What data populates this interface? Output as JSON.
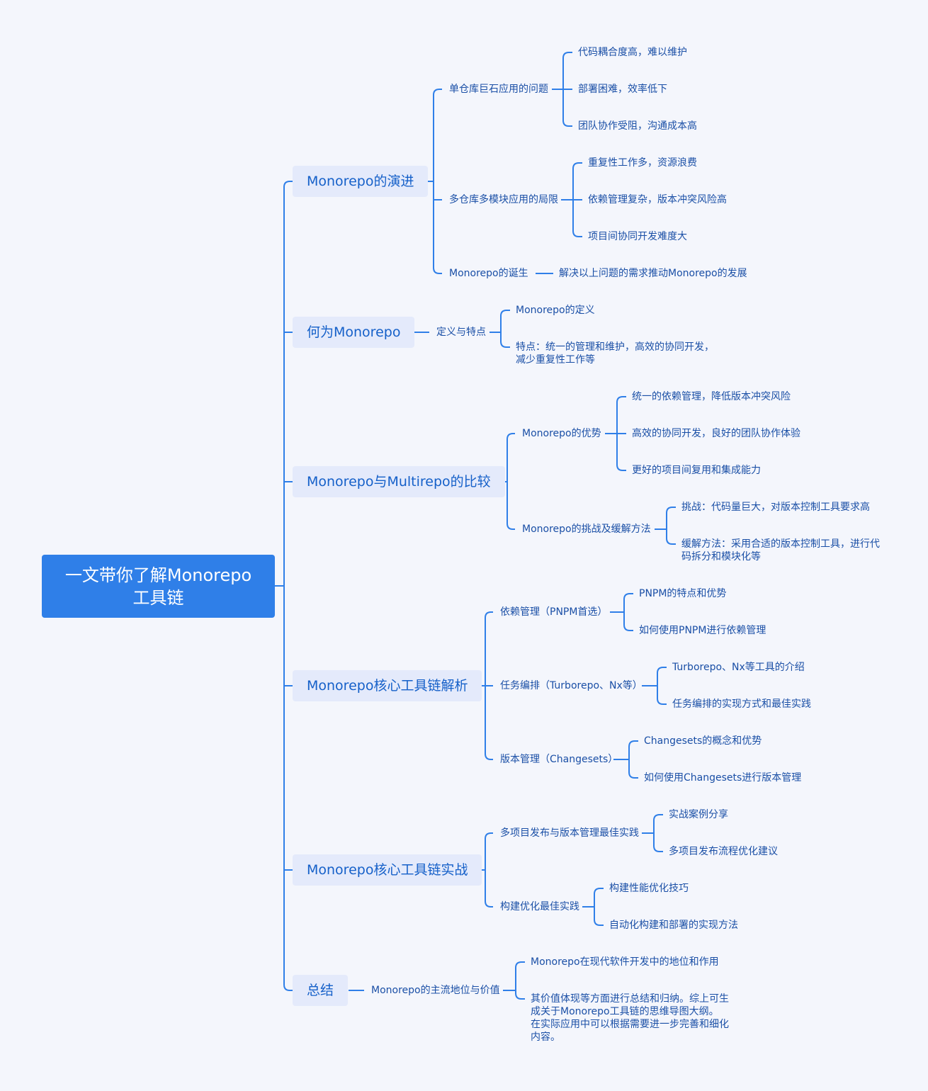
{
  "root": {
    "title": "一文带你了解Monorepo\n工具链"
  },
  "branches": [
    {
      "title": "Monorepo的演进",
      "children": [
        {
          "title": "单仓库巨石应用的问题",
          "children": [
            "代码耦合度高，难以维护",
            "部署困难，效率低下",
            "团队协作受阻，沟通成本高"
          ]
        },
        {
          "title": "多仓库多模块应用的局限",
          "children": [
            "重复性工作多，资源浪费",
            "依赖管理复杂，版本冲突风险高",
            "项目间协同开发难度大"
          ]
        },
        {
          "title": "Monorepo的诞生",
          "children": [
            "解决以上问题的需求推动Monorepo的发展"
          ]
        }
      ]
    },
    {
      "title": "何为Monorepo",
      "children": [
        {
          "title": "定义与特点",
          "children": [
            "Monorepo的定义",
            "特点：统一的管理和维护，高效的协同开发，\n减少重复性工作等"
          ]
        }
      ]
    },
    {
      "title": "Monorepo与Multirepo的比较",
      "children": [
        {
          "title": "Monorepo的优势",
          "children": [
            "统一的依赖管理，降低版本冲突风险",
            "高效的协同开发，良好的团队协作体验",
            "更好的项目间复用和集成能力"
          ]
        },
        {
          "title": "Monorepo的挑战及缓解方法",
          "children": [
            "挑战：代码量巨大，对版本控制工具要求高",
            "缓解方法：采用合适的版本控制工具，进行代\n码拆分和模块化等"
          ]
        }
      ]
    },
    {
      "title": "Monorepo核心工具链解析",
      "children": [
        {
          "title": "依赖管理（PNPM首选）",
          "children": [
            "PNPM的特点和优势",
            "如何使用PNPM进行依赖管理"
          ]
        },
        {
          "title": "任务编排（Turborepo、Nx等）",
          "children": [
            "Turborepo、Nx等工具的介绍",
            "任务编排的实现方式和最佳实践"
          ]
        },
        {
          "title": "版本管理（Changesets）",
          "children": [
            "Changesets的概念和优势",
            "如何使用Changesets进行版本管理"
          ]
        }
      ]
    },
    {
      "title": "Monorepo核心工具链实战",
      "children": [
        {
          "title": "多项目发布与版本管理最佳实践",
          "children": [
            "实战案例分享",
            "多项目发布流程优化建议"
          ]
        },
        {
          "title": "构建优化最佳实践",
          "children": [
            "构建性能优化技巧",
            "自动化构建和部署的实现方法"
          ]
        }
      ]
    },
    {
      "title": "总结",
      "children": [
        {
          "title": "Monorepo的主流地位与价值",
          "children": [
            "Monorepo在现代软件开发中的地位和作用",
            "其价值体现等方面进行总结和归纳。综上可生\n成关于Monorepo工具链的思维导图大纲。\n在实际应用中可以根据需要进一步完善和细化\n内容。"
          ]
        }
      ]
    }
  ],
  "colors": {
    "background": "#f4f6fc",
    "root": "#2f7fe8",
    "branch_fill": "#e4eafb",
    "branch_text": "#1560c9",
    "text": "#1a4fa6",
    "line": "#2f7fe8"
  }
}
